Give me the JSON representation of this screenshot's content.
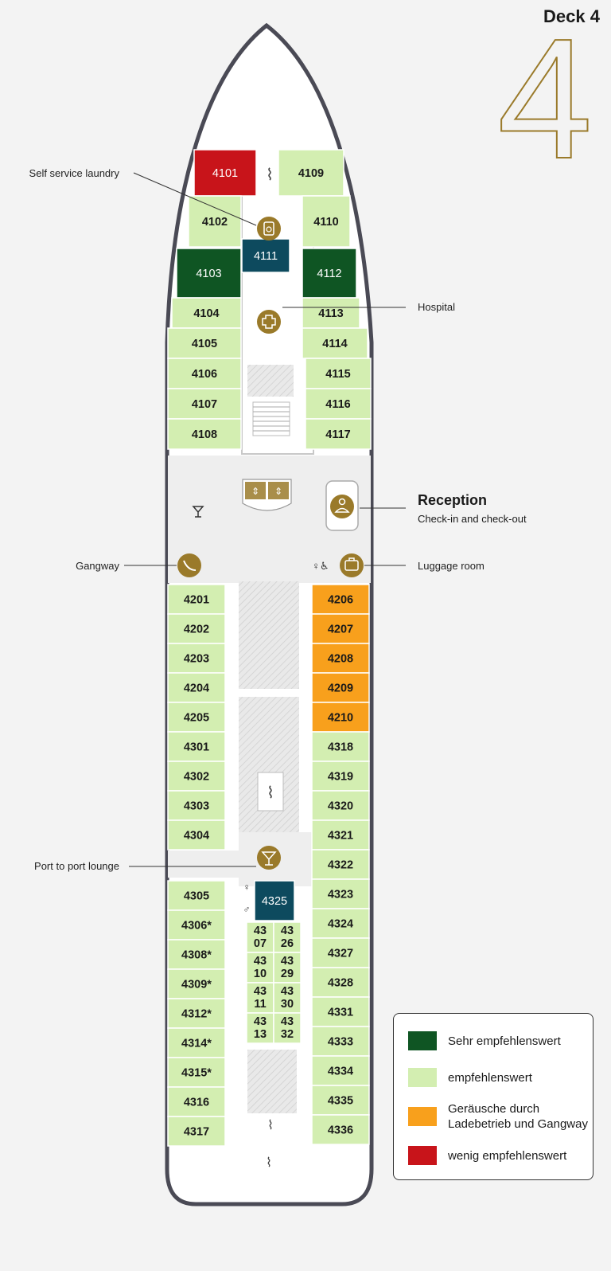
{
  "deck": {
    "title": "Deck 4",
    "number": "4"
  },
  "colors": {
    "sehr": "#0f5523",
    "empf": "#d3eeb1",
    "geraeusche": "#f8a01c",
    "wenig": "#c8141a",
    "special": "#0d4a5e",
    "outline": "#4a4a55",
    "gold": "#9a7a2a"
  },
  "callouts": {
    "laundry": "Self service laundry",
    "hospital": "Hospital",
    "reception_title": "Reception",
    "reception_sub": "Check-in and check-out",
    "gangway": "Gangway",
    "luggage": "Luggage room",
    "lounge": "Port to port lounge"
  },
  "icons": {
    "laundry": "washing-machine-icon",
    "hospital": "medical-cross-icon",
    "reception": "reception-desk-icon",
    "gangway": "gangway-icon",
    "luggage": "suitcase-icon",
    "lounge": "cocktail-glass-icon",
    "bar": "cocktail-glass-icon",
    "toilets": "restroom-icon",
    "stairs": "stairs-icon",
    "elevator": "elevator-icon"
  },
  "cabins": [
    {
      "id": "4101",
      "cat": "wenig"
    },
    {
      "id": "4109",
      "cat": "empf"
    },
    {
      "id": "4102",
      "cat": "empf"
    },
    {
      "id": "4110",
      "cat": "empf"
    },
    {
      "id": "4111",
      "cat": "special"
    },
    {
      "id": "4103",
      "cat": "sehr"
    },
    {
      "id": "4112",
      "cat": "sehr"
    },
    {
      "id": "4104",
      "cat": "empf"
    },
    {
      "id": "4113",
      "cat": "empf"
    },
    {
      "id": "4105",
      "cat": "empf"
    },
    {
      "id": "4114",
      "cat": "empf"
    },
    {
      "id": "4106",
      "cat": "empf"
    },
    {
      "id": "4115",
      "cat": "empf"
    },
    {
      "id": "4107",
      "cat": "empf"
    },
    {
      "id": "4116",
      "cat": "empf"
    },
    {
      "id": "4108",
      "cat": "empf"
    },
    {
      "id": "4117",
      "cat": "empf"
    },
    {
      "id": "4201",
      "cat": "empf"
    },
    {
      "id": "4202",
      "cat": "empf"
    },
    {
      "id": "4203",
      "cat": "empf"
    },
    {
      "id": "4204",
      "cat": "empf"
    },
    {
      "id": "4205",
      "cat": "empf"
    },
    {
      "id": "4301",
      "cat": "empf"
    },
    {
      "id": "4302",
      "cat": "empf"
    },
    {
      "id": "4303",
      "cat": "empf"
    },
    {
      "id": "4304",
      "cat": "empf"
    },
    {
      "id": "4305",
      "cat": "empf"
    },
    {
      "id": "4306*",
      "cat": "empf"
    },
    {
      "id": "4308*",
      "cat": "empf"
    },
    {
      "id": "4309*",
      "cat": "empf"
    },
    {
      "id": "4312*",
      "cat": "empf"
    },
    {
      "id": "4314*",
      "cat": "empf"
    },
    {
      "id": "4315*",
      "cat": "empf"
    },
    {
      "id": "4316",
      "cat": "empf"
    },
    {
      "id": "4317",
      "cat": "empf"
    },
    {
      "id": "4206",
      "cat": "geraeusche"
    },
    {
      "id": "4207",
      "cat": "geraeusche"
    },
    {
      "id": "4208",
      "cat": "geraeusche"
    },
    {
      "id": "4209",
      "cat": "geraeusche"
    },
    {
      "id": "4210",
      "cat": "geraeusche"
    },
    {
      "id": "4318",
      "cat": "empf"
    },
    {
      "id": "4319",
      "cat": "empf"
    },
    {
      "id": "4320",
      "cat": "empf"
    },
    {
      "id": "4321",
      "cat": "empf"
    },
    {
      "id": "4322",
      "cat": "empf"
    },
    {
      "id": "4323",
      "cat": "empf"
    },
    {
      "id": "4324",
      "cat": "empf"
    },
    {
      "id": "4327",
      "cat": "empf"
    },
    {
      "id": "4328",
      "cat": "empf"
    },
    {
      "id": "4331",
      "cat": "empf"
    },
    {
      "id": "4333",
      "cat": "empf"
    },
    {
      "id": "4334",
      "cat": "empf"
    },
    {
      "id": "4335",
      "cat": "empf"
    },
    {
      "id": "4336",
      "cat": "empf"
    },
    {
      "id": "4325",
      "cat": "special"
    },
    {
      "id": "4307",
      "cat": "empf"
    },
    {
      "id": "4326",
      "cat": "empf"
    },
    {
      "id": "4310",
      "cat": "empf"
    },
    {
      "id": "4329",
      "cat": "empf"
    },
    {
      "id": "4311",
      "cat": "empf"
    },
    {
      "id": "4330",
      "cat": "empf"
    },
    {
      "id": "4313",
      "cat": "empf"
    },
    {
      "id": "4332",
      "cat": "empf"
    }
  ],
  "legend": [
    {
      "label": "Sehr empfehlenswert",
      "cat": "sehr"
    },
    {
      "label": "empfehlenswert",
      "cat": "empf"
    },
    {
      "label": "Geräusche durch\nLadebetrieb und Gangway",
      "cat": "geraeusche"
    },
    {
      "label": "wenig empfehlenswert",
      "cat": "wenig"
    }
  ]
}
